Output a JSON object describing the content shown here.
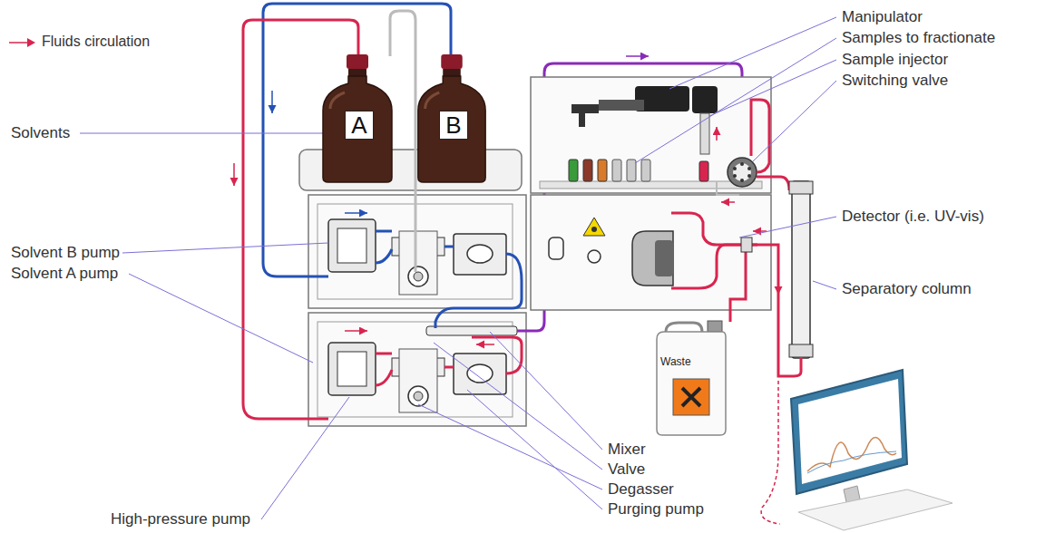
{
  "diagram": {
    "nodes": [
      {
        "text": [
          "A"
        ]
      },
      {
        "text": [
          "B"
        ]
      },
      {
        "text": [
          "Waste"
        ]
      }
    ],
    "labels": [
      "Solvents",
      "Solvent B pump",
      "Solvent A pump",
      "High-pressure pump",
      "Manipulator",
      "Samples to fractionate",
      "Sample injector",
      "Switching valve",
      "Detector (i.e. UV-vis)",
      "Separatory column",
      "Mixer",
      "Valve",
      "Degasser",
      "Purging pump"
    ],
    "legend": [
      {
        "text": "Fluids circulation"
      }
    ]
  }
}
